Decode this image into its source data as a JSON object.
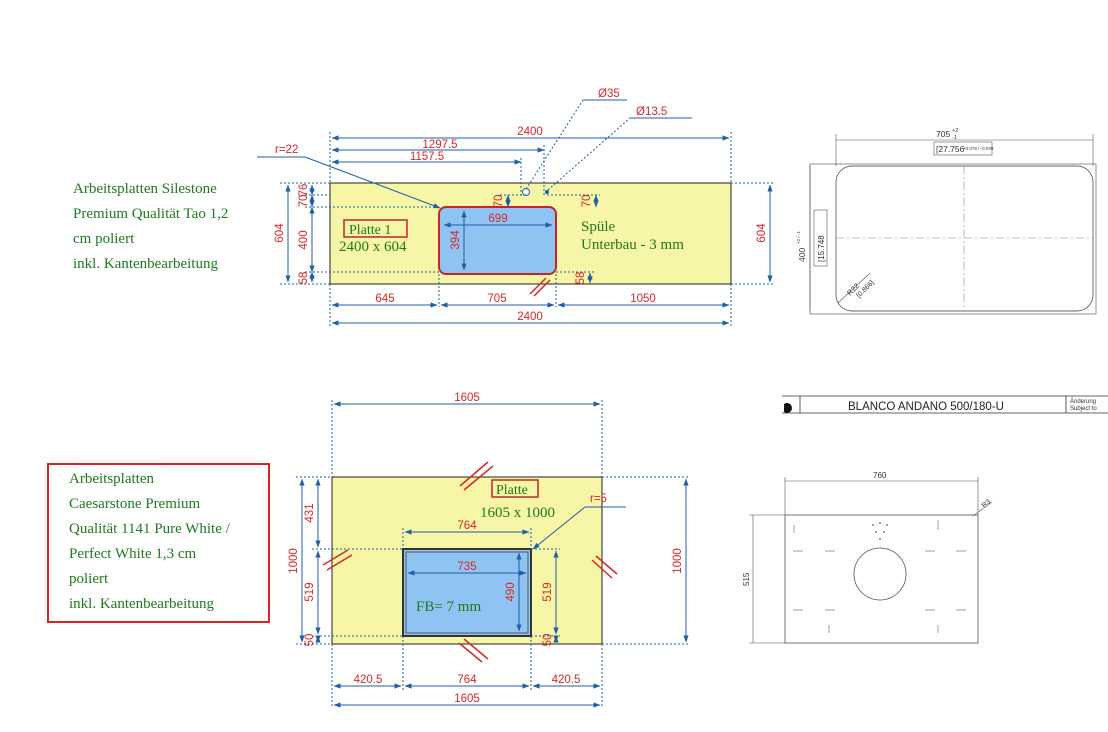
{
  "top": {
    "description": [
      "Arbeitsplatten Silestone",
      "Premium Qualität Tao 1,2",
      "cm poliert",
      "inkl. Kantenbearbeitung"
    ],
    "plate_label": "Platte 1",
    "plate_size": "2400 x 604",
    "sink_label": "Spüle",
    "sink_mount": "Unterbau - 3 mm",
    "dims": {
      "radius": "r=22",
      "hole_a": "Ø35",
      "hole_b": "Ø13.5",
      "overall": "2400",
      "d1297": "1297.5",
      "d1157": "1157.5",
      "sink_w": "699",
      "sink_h": "394",
      "h70a": "70",
      "h70b": "70",
      "h76": "76",
      "h70c": "70",
      "h400": "400",
      "h58": "58",
      "h58b": "58",
      "h604": "604",
      "h604r": "604",
      "b645": "645",
      "b705": "705",
      "b1050": "1050",
      "b2400": "2400"
    }
  },
  "bottom": {
    "description": [
      "Arbeitsplatten",
      "Caesarstone Premium",
      "Qualität 1141 Pure White /",
      "Perfect White 1,3 cm",
      "poliert",
      "inkl. Kantenbearbeitung"
    ],
    "plate_label": "Platte",
    "plate_size": "1605 x 1000",
    "fb_label": "FB= 7 mm",
    "dims": {
      "radius": "r=5",
      "top": "1605",
      "d764": "764",
      "d735": "735",
      "d490": "490",
      "d431": "431",
      "d1000": "1000",
      "d519": "519",
      "d50": "50",
      "d519r": "519",
      "d50r": "50",
      "d1000r": "1000",
      "b420a": "420.5",
      "b764": "764",
      "b420b": "420.5",
      "b1605": "1605"
    }
  },
  "ref_top": {
    "width": "705",
    "width_sup": "+2",
    "width_sub": "-1",
    "width_in": "[27.756",
    "width_in_tol": "+0.079 / -0.039",
    "height": "400",
    "height_tol": "+2 / -1",
    "height_in": "[15.748",
    "radius": "R22",
    "radius_in": "[0.866]"
  },
  "ref_bottom": {
    "model": "BLANCO ANDANO 500/180-U",
    "change_1": "Änderung",
    "change_2": "Subject to",
    "width": "760",
    "height": "515",
    "radius": "R3"
  },
  "colors": {
    "plate": "#f7f5a6",
    "sink": "#8fc3f1",
    "dimension": "#1f5fa8",
    "label_red": "#d9262a",
    "text_green": "#1f7a1f"
  }
}
